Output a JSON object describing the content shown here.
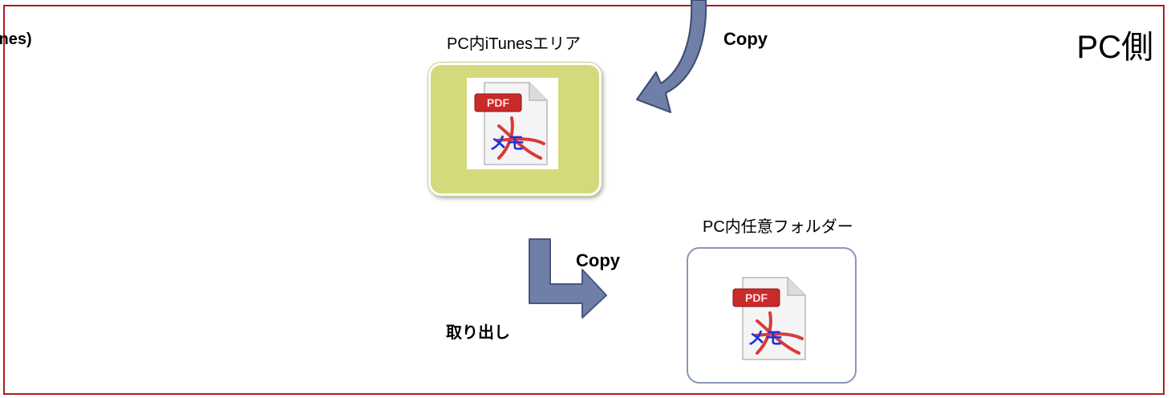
{
  "labels": {
    "clipped_left": "iTunes)",
    "pc_side": "PC側",
    "itunes_area": "PC内iTunesエリア",
    "any_folder": "PC内任意フォルダー",
    "copy_top": "Copy",
    "copy_bottom": "Copy",
    "extract": "取り出し"
  },
  "icons": {
    "pdf_badge": "PDF",
    "memo": "メモ"
  },
  "colors": {
    "frame": "#b01c1c",
    "itunes_box": "#d4da7c",
    "folder_border": "#8b96b9",
    "arrow_fill": "#6f7fa8",
    "memo_text": "#1b33e0"
  }
}
